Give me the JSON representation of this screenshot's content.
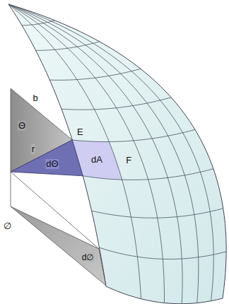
{
  "diagram": {
    "labels": [
      "b",
      "Θ",
      "r",
      "E",
      "dΘ",
      "dA",
      "F",
      "∅",
      "d∅"
    ]
  }
}
